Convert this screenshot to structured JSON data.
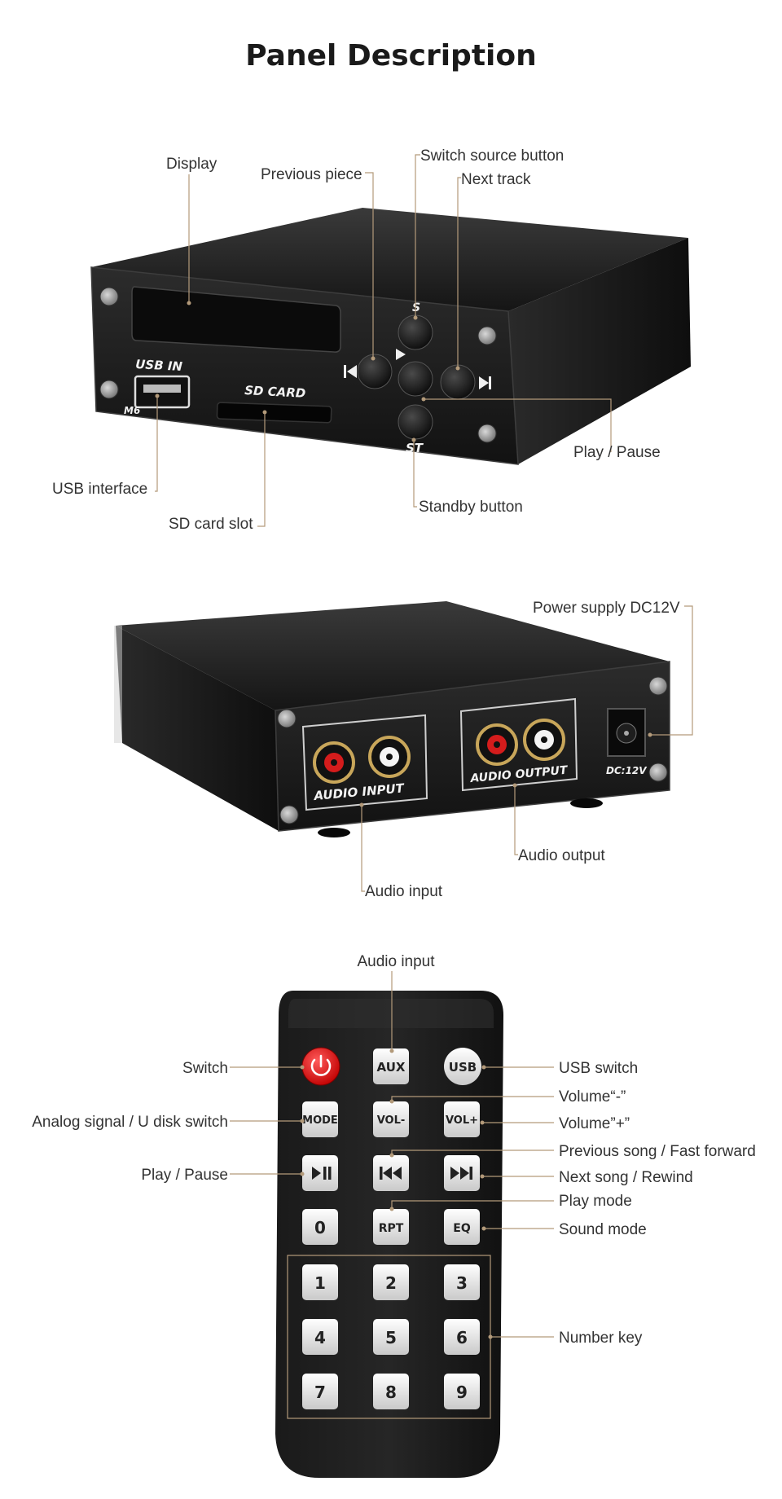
{
  "title": "Panel Description",
  "front_panel": {
    "print_usb_in": "USB IN",
    "print_m6": "M6",
    "print_sd_card": "SD CARD",
    "print_s": "S",
    "print_st": "ST",
    "labels": {
      "display": "Display",
      "previous_piece": "Previous piece",
      "switch_source": "Switch source button",
      "next_track": "Next track",
      "play_pause": "Play / Pause",
      "usb_interface": "USB interface",
      "sd_card_slot": "SD card slot",
      "standby": "Standby button"
    }
  },
  "rear_panel": {
    "print_audio_input": "AUDIO INPUT",
    "print_audio_output": "AUDIO OUTPUT",
    "print_dc": "DC:12V",
    "labels": {
      "power_supply": "Power supply DC12V",
      "audio_output": "Audio output",
      "audio_input": "Audio input"
    }
  },
  "remote": {
    "keys": {
      "aux": "AUX",
      "usb": "USB",
      "mode": "MODE",
      "vol_minus": "VOL-",
      "vol_plus": "VOL+",
      "rpt": "RPT",
      "eq": "EQ",
      "k0": "0",
      "k1": "1",
      "k2": "2",
      "k3": "3",
      "k4": "4",
      "k5": "5",
      "k6": "6",
      "k7": "7",
      "k8": "8",
      "k9": "9"
    },
    "labels": {
      "audio_input": "Audio input",
      "switch": "Switch",
      "usb_switch": "USB switch",
      "volume_minus": "Volume“-”",
      "analog_udisk": "Analog signal / U disk switch",
      "volume_plus": "Volume”+”",
      "prev_song": "Previous song / Fast forward",
      "play_pause": "Play / Pause",
      "next_song": "Next song / Rewind",
      "play_mode": "Play mode",
      "sound_mode": "Sound mode",
      "number_key": "Number key"
    }
  },
  "colors": {
    "leader": "#b39a7a",
    "device_body": "#1c1c1c",
    "power_key": "#e02020",
    "rca_red": "#d41c1c"
  }
}
